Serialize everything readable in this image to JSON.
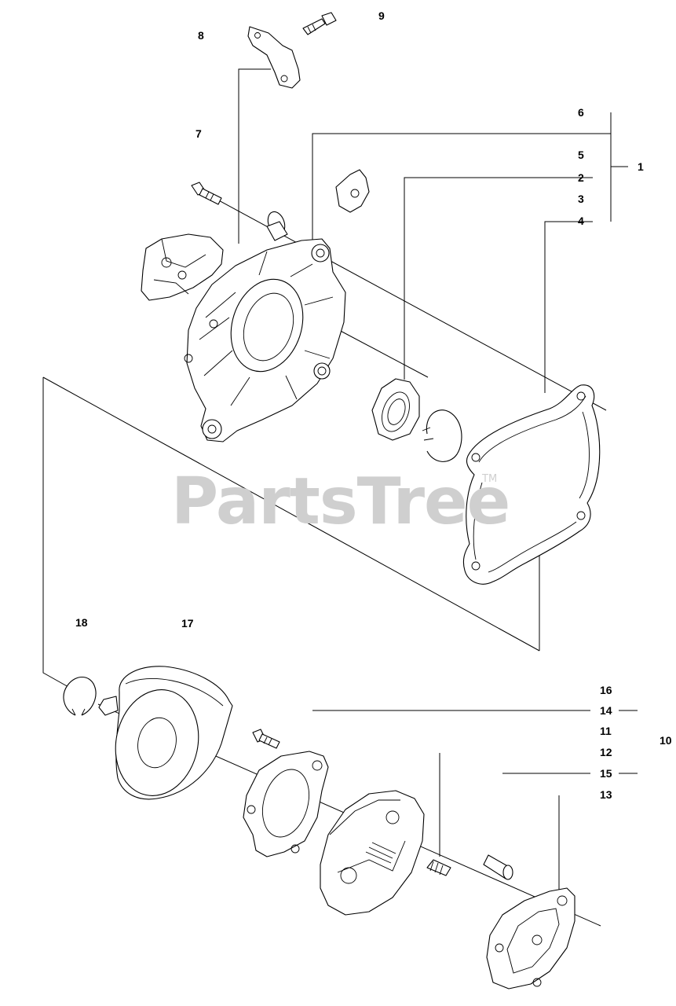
{
  "watermark": {
    "text": "PartsTree",
    "trademark": "TM"
  },
  "callouts": {
    "c1": "1",
    "c2": "2",
    "c3": "3",
    "c4": "4",
    "c5": "5",
    "c6": "6",
    "c7": "7",
    "c8": "8",
    "c9": "9",
    "c10": "10",
    "c11": "11",
    "c12": "12",
    "c13": "13",
    "c14": "14",
    "c15": "15",
    "c16": "16",
    "c17": "17",
    "c18": "18"
  }
}
